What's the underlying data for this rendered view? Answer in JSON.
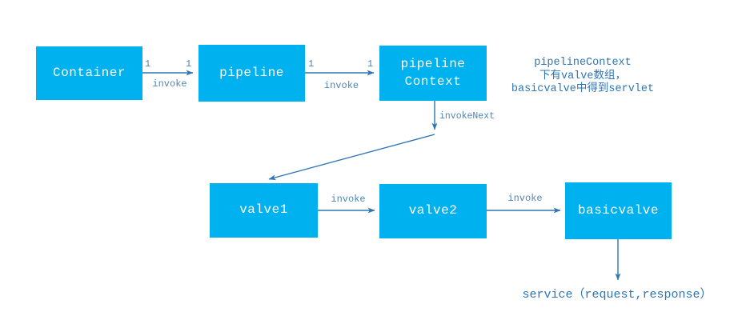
{
  "colors": {
    "box_fill": "#00b1ef",
    "box_text": "#ffffff",
    "arrow_line": "#2e75b6",
    "edge_label_text": "#4f86b5",
    "annotation_text": "#2e75b6",
    "background": "#ffffff"
  },
  "nodes": {
    "container": {
      "label": "Container"
    },
    "pipeline": {
      "label": "pipeline"
    },
    "pipeline_context": {
      "label": "pipeline\nContext"
    },
    "valve1": {
      "label": "valve1"
    },
    "valve2": {
      "label": "valve2"
    },
    "basicvalve": {
      "label": "basicvalve"
    }
  },
  "edges": {
    "container_to_pipeline": {
      "mult_source": "1",
      "mult_target": "1",
      "label": "invoke"
    },
    "pipeline_to_context": {
      "mult_source": "1",
      "mult_target": "1",
      "label": "invoke"
    },
    "context_to_valve1": {
      "label": "invokeNext"
    },
    "valve1_to_valve2": {
      "label": "invoke"
    },
    "valve2_to_basicvalve": {
      "label": "invoke"
    },
    "basicvalve_to_service": {
      "label": "service（request,response）"
    }
  },
  "annotation": {
    "line1": "pipelineContext",
    "line2": "下有valve数组，",
    "line3": "basicvalve中得到servlet"
  }
}
